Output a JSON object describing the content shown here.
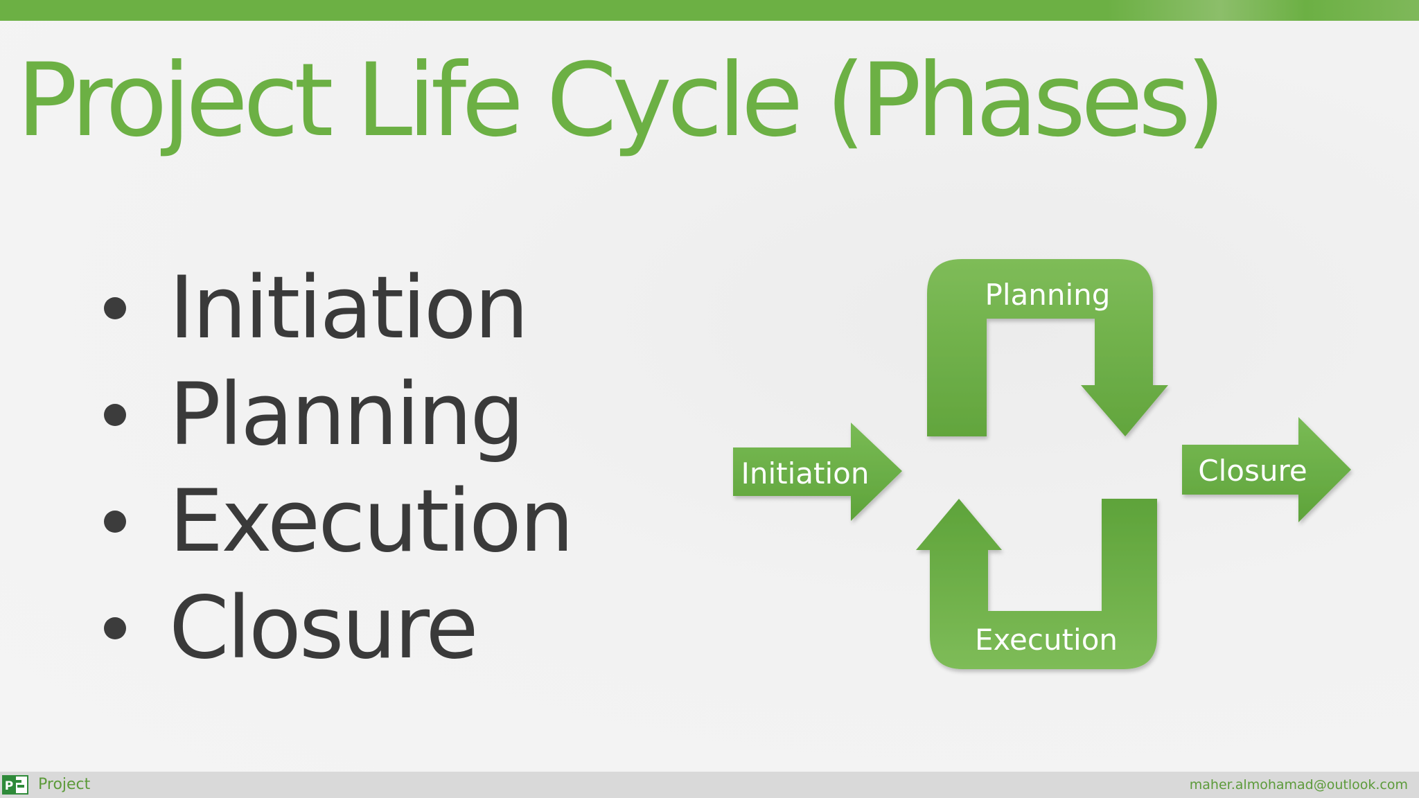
{
  "slide": {
    "title": "Project Life Cycle (Phases)",
    "bullets": [
      "Initiation",
      "Planning",
      "Execution",
      "Closure"
    ]
  },
  "diagram": {
    "initiation": "Initiation",
    "planning": "Planning",
    "execution": "Execution",
    "closure": "Closure"
  },
  "footer": {
    "app_name": "Project",
    "email": "maher.almohamad@outlook.com"
  },
  "colors": {
    "accent_green": "#6cb044",
    "text_dark": "#3a3a3a"
  }
}
